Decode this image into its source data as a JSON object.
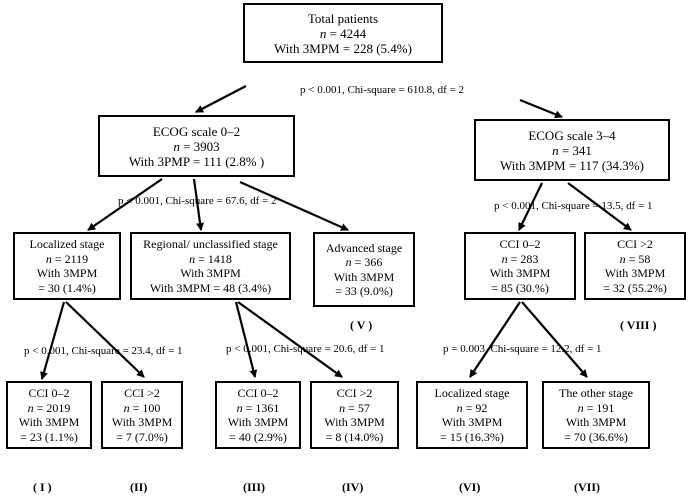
{
  "nodes": {
    "root": {
      "title": "Total patients",
      "n_label": "n",
      "n_value": " = 4244",
      "mpm": "With 3MPM = 228 (5.4%)"
    },
    "ecog02": {
      "title": "ECOG scale 0–2",
      "n_label": "n",
      "n_value": " = 3903",
      "mpm": "With 3PMP = 111 (2.8% )"
    },
    "ecog34": {
      "title": "ECOG scale 3–4",
      "n_label": "n",
      "n_value": " = 341",
      "mpm": "With 3MPM = 117 (34.3%)"
    },
    "localized": {
      "title": "Localized stage",
      "n_label": "n",
      "n_value": " = 2119",
      "mpm_label": "With 3MPM",
      "mpm_value": "= 30 (1.4%)"
    },
    "regional": {
      "title": "Regional/ unclassified stage",
      "n_label": "n",
      "n_value": " = 1418",
      "mpm_label": "With 3MPM",
      "mpm_value": "With 3MPM = 48 (3.4%)"
    },
    "advanced": {
      "title": "Advanced stage",
      "n_label": "n",
      "n_value": " = 366",
      "mpm_label": "With 3MPM",
      "mpm_value": "= 33 (9.0%)"
    },
    "cci02_e34": {
      "title": "CCI 0–2",
      "n_label": "n",
      "n_value": " = 283",
      "mpm_label": "With 3MPM",
      "mpm_value": "= 85 (30.%)"
    },
    "cci_gt2_e34": {
      "title": "CCI >2",
      "n_label": "n",
      "n_value": " = 58",
      "mpm_label": "With 3MPM",
      "mpm_value": "= 32 (55.2%)"
    },
    "leaf1": {
      "title": "CCI 0–2",
      "n_label": "n",
      "n_value": " = 2019",
      "mpm_label": "With 3MPM",
      "mpm_value": "= 23 (1.1%)"
    },
    "leaf2": {
      "title": "CCI >2",
      "n_label": "n",
      "n_value": " = 100",
      "mpm_label": "With 3MPM",
      "mpm_value": "= 7 (7.0%)"
    },
    "leaf3": {
      "title": "CCI 0–2",
      "n_label": "n",
      "n_value": " = 1361",
      "mpm_label": "With 3MPM",
      "mpm_value": "= 40 (2.9%)"
    },
    "leaf4": {
      "title": "CCI >2",
      "n_label": "n",
      "n_value": " = 57",
      "mpm_label": "With 3MPM",
      "mpm_value": "= 8 (14.0%)"
    },
    "leaf6": {
      "title": "Localized stage",
      "n_label": "n",
      "n_value": " = 92",
      "mpm_label": "With 3MPM",
      "mpm_value": "= 15 (16.3%)"
    },
    "leaf7": {
      "title": "The other stage",
      "n_label": "n",
      "n_value": " = 191",
      "mpm_label": "With 3MPM",
      "mpm_value": "= 70 (36.6%)"
    }
  },
  "splits": {
    "root": "p < 0.001, Chi-square = 610.8, df = 2",
    "ecog02": "p < 0.001, Chi-square = 67.6, df = 2",
    "ecog34": "p < 0.001, Chi-square = 13.5, df = 1",
    "localized": "p < 0.001, Chi-square = 23.4, df = 1",
    "regional": "p < 0.001, Chi-square = 20.6, df = 1",
    "cci02_e34": "p = 0.003, Chi-square = 12.2, df = 1"
  },
  "group_labels": {
    "i": "( I )",
    "ii": "(II)",
    "iii": "(III)",
    "iv": "(IV)",
    "v": "( V )",
    "vi": "(VI)",
    "vii": "(VII)",
    "viii": "( VIII )"
  }
}
